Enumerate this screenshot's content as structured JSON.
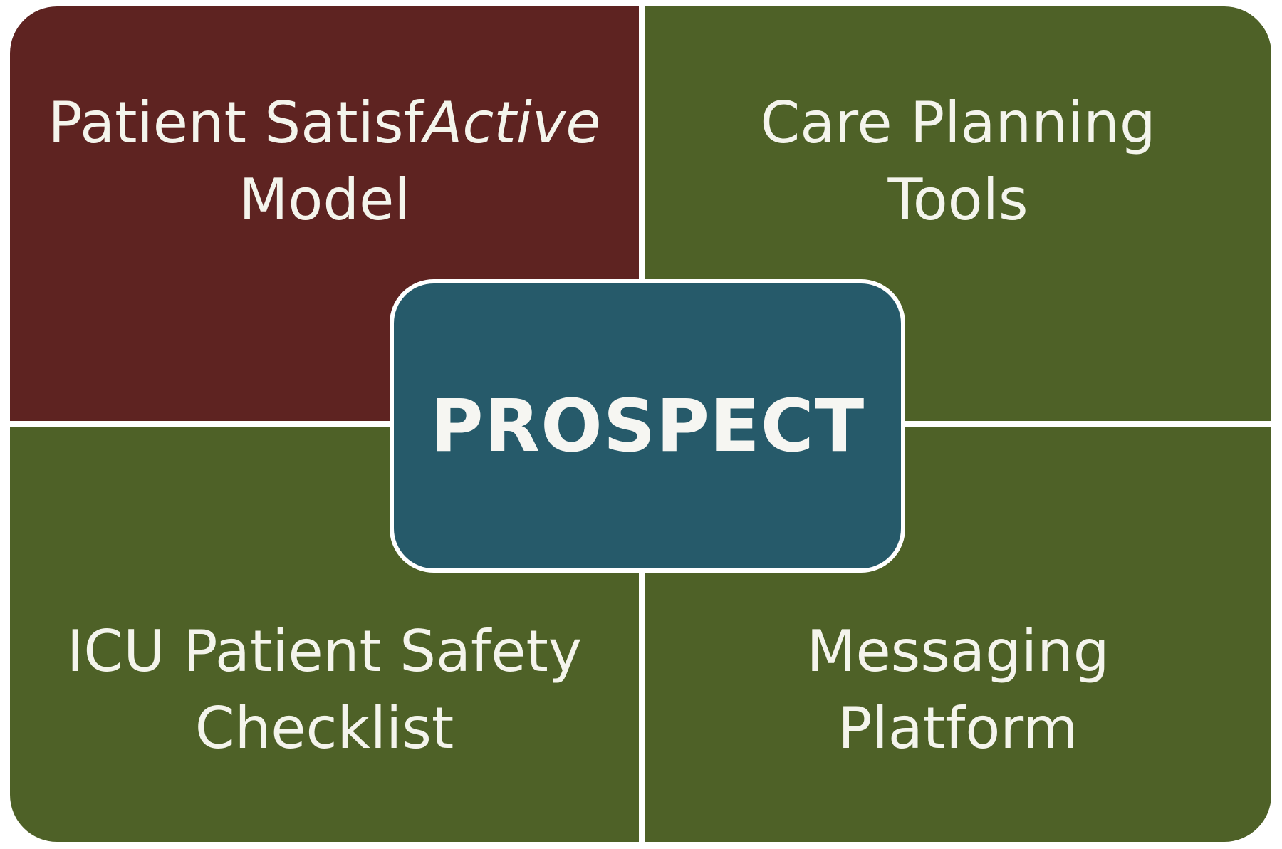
{
  "colors": {
    "maroon": "#5e2321",
    "green": "#4e6127",
    "teal": "#265a6a",
    "divider": "#ffffff",
    "text": "#f4f4ec"
  },
  "quadrants": {
    "top_left": {
      "line1_plain": "Patient Satisf",
      "line1_italic": "Active",
      "line2": "Model"
    },
    "top_right": {
      "line1": "Care Planning",
      "line2": "Tools"
    },
    "bottom_left": {
      "line1": "ICU Patient Safety",
      "line2": "Checklist"
    },
    "bottom_right": {
      "line1": "Messaging",
      "line2": "Platform"
    }
  },
  "center": {
    "label": "PROSPECT"
  }
}
